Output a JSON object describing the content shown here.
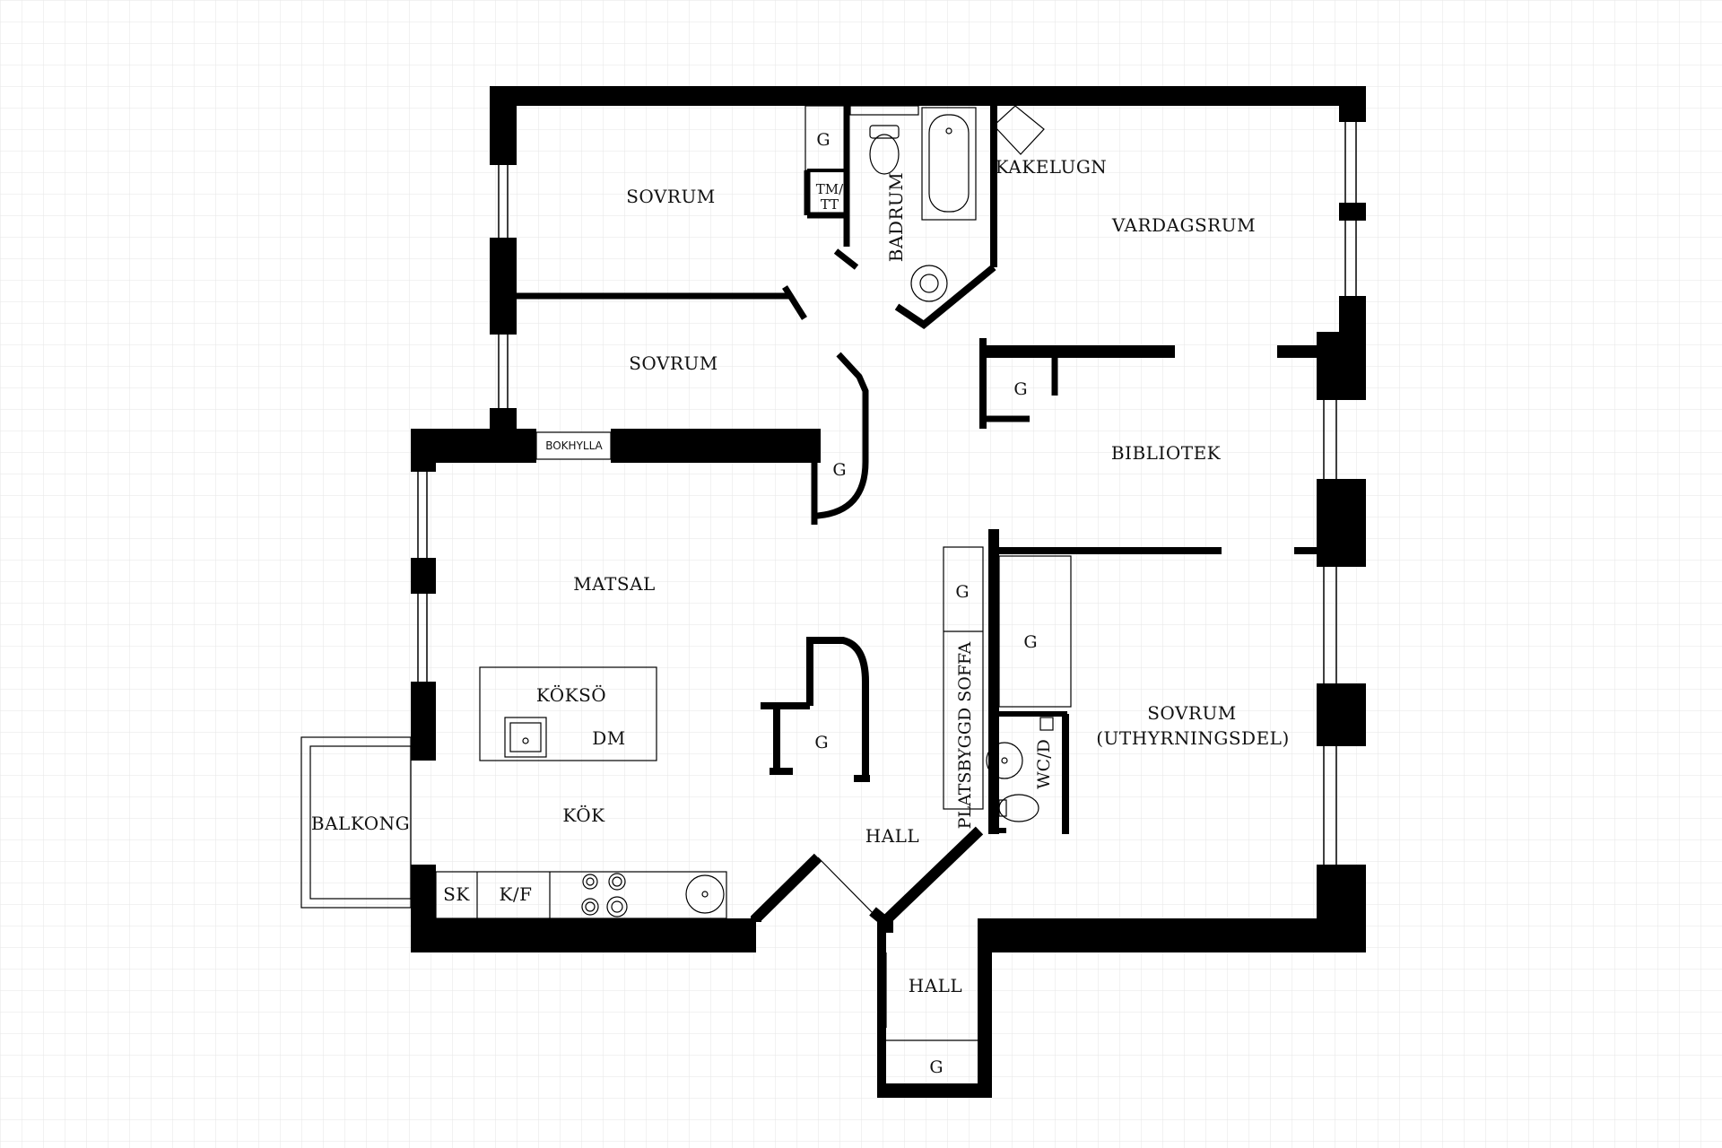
{
  "labels": {
    "sovrum_1": "SOVRUM",
    "sovrum_2": "SOVRUM",
    "g_closet_top": "G",
    "tm_tt_line1": "TM/",
    "tm_tt_line2": "TT",
    "badrum": "BADRUM",
    "kakelugn": "KAKELUGN",
    "vardagsrum": "VARDAGSRUM",
    "bokhylla": "BOKHYLLA",
    "g_bibliotek": "G",
    "bibliotek": "BIBLIOTEK",
    "g_hall_curve": "G",
    "matsal": "MATSAL",
    "koksoe": "KÖKSÖ",
    "dm": "DM",
    "g_hall_center": "G",
    "platsbyggd_soffa": "PLATSBYGGD SOFFA",
    "g_soffa": "G",
    "g_sovrum_ut": "G",
    "sovrum_ut_1": "SOVRUM",
    "sovrum_ut_2": "(UTHYRNINGSDEL)",
    "wc_d": "WC/D",
    "balkong": "BALKONG",
    "kok": "KÖK",
    "hall_main": "HALL",
    "sk": "SK",
    "kf": "K/F",
    "hall_entry": "HALL",
    "g_entry": "G"
  }
}
